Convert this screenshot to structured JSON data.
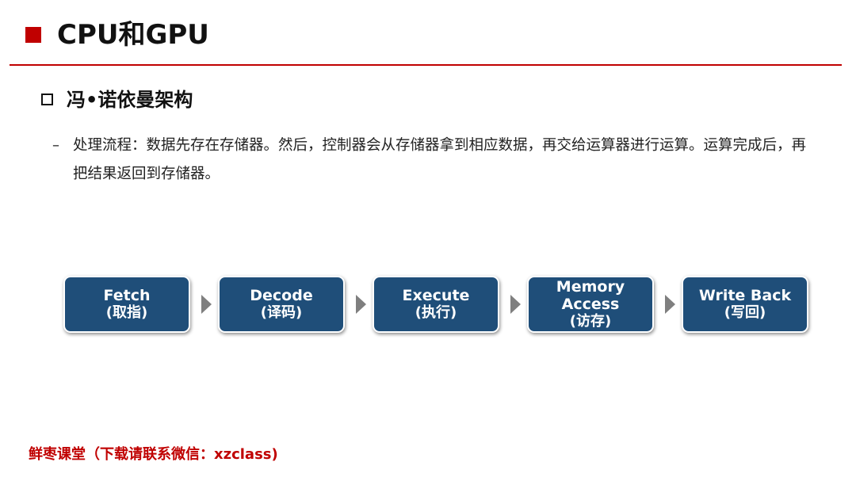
{
  "slide": {
    "title": "CPU和GPU",
    "section_heading": "冯•诺依曼架构",
    "bullet_dash": "–",
    "bullet_text": "处理流程：数据先存在存储器。然后，控制器会从存储器拿到相应数据，再交给运算器进行运算。运算完成后，再把结果返回到存储器。",
    "footer": "鲜枣课堂（下载请联系微信：xzclass)"
  },
  "flow": {
    "stages": [
      {
        "label": "Fetch",
        "sub": "(取指)"
      },
      {
        "label": "Decode",
        "sub": "(译码)"
      },
      {
        "label": "Execute",
        "sub": "(执行)"
      },
      {
        "label": "Memory\nAccess",
        "sub": "(访存)"
      },
      {
        "label": "Write Back",
        "sub": "(写回)"
      }
    ]
  },
  "colors": {
    "accent": "#c00000",
    "stage_fill": "#1f4e79",
    "arrow": "#7f7f7f"
  }
}
